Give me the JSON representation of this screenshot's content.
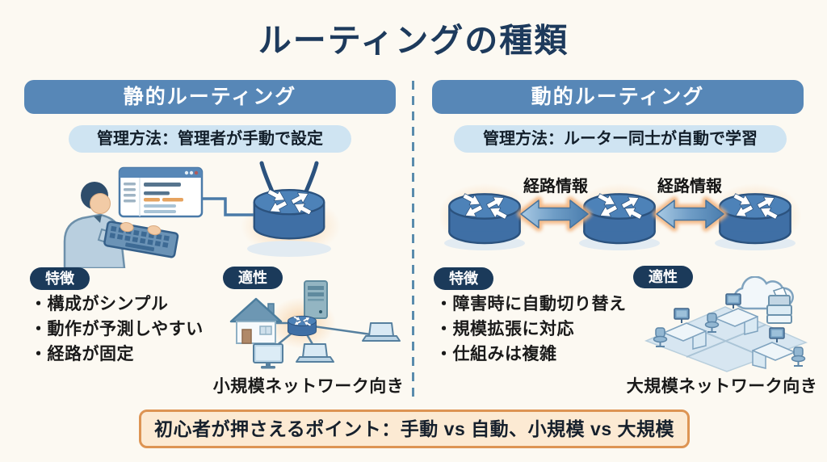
{
  "title": "ルーティングの種類",
  "left": {
    "header": "静的ルーティング",
    "method": "管理方法：管理者が手動で設定",
    "features_label": "特徴",
    "features": [
      "・構成がシンプル",
      "・動作が予測しやすい",
      "・経路が固定"
    ],
    "suitability_label": "適性",
    "caption": "小規模ネットワーク向き"
  },
  "right": {
    "header": "動的ルーティング",
    "method": "管理方法：ルーター同士が自動で学習",
    "route_labels": [
      "経路情報",
      "経路情報"
    ],
    "features_label": "特徴",
    "features": [
      "・障害時に自動切り替え",
      "・規模拡張に対応",
      "・仕組みは複雑"
    ],
    "suitability_label": "適性",
    "caption": "大規模ネットワーク向き"
  },
  "footer": {
    "note": "初心者が押さえるポイント：手動 vs 自動、小規模 vs 大規模"
  },
  "colors": {
    "background": "#fcf9f2",
    "title_navy": "#1d3a5c",
    "header_blue": "#5787b7",
    "method_bg": "#cfe4f2",
    "badge_navy": "#1b3a5a",
    "divider_blue": "#5a8cad",
    "router_blue": "#3f6fa5",
    "router_top_blue": "#4d82b8",
    "accent_orange": "#e6a35f",
    "note_bg": "#fcead3",
    "note_border": "#dd9453",
    "text_dark": "#1a1a1a"
  },
  "icons": {
    "admin": "admin-user-icon",
    "keyboard": "keyboard-icon",
    "config_window": "config-window-icon",
    "router": "router-icon",
    "exchange_arrow": "exchange-arrow-icon",
    "house": "house-icon",
    "server": "server-icon",
    "monitor": "monitor-icon",
    "laptop": "laptop-icon",
    "cloud": "cloud-icon",
    "printer": "printer-icon",
    "office_floor": "office-floor-icon"
  }
}
